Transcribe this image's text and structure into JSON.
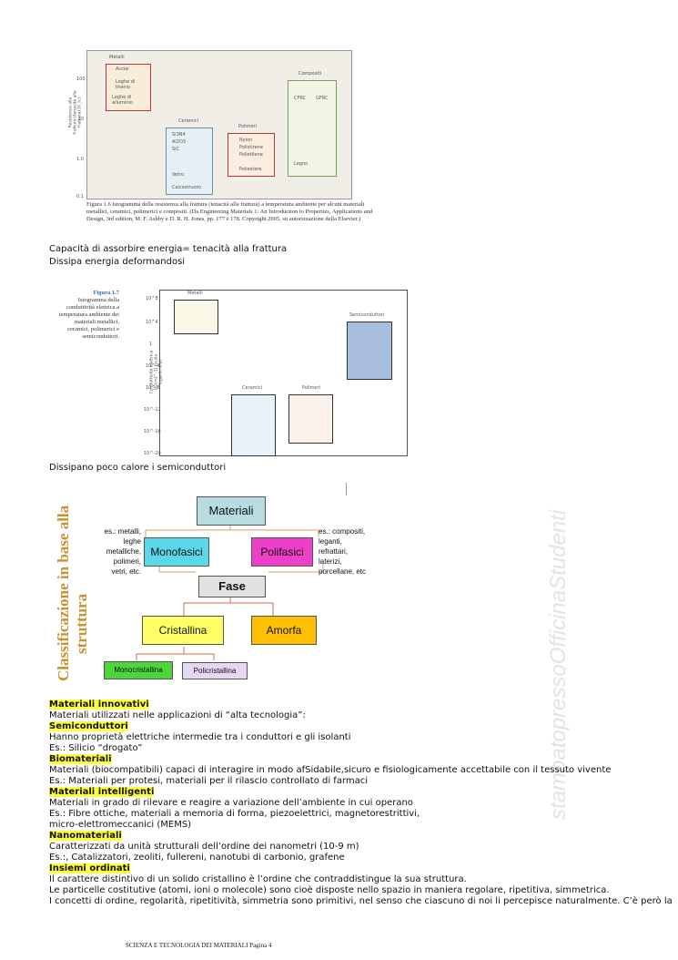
{
  "figure1": {
    "y_axis_label": "Resistenza alla frattura (tenacità alla frattura) [K_Ic]",
    "y_ticks": [
      "100",
      "10",
      "1.0",
      "0.1"
    ],
    "metals": {
      "title": "Metalli",
      "items": [
        "Acciai",
        "Leghe di titanio",
        "Leghe di alluminio"
      ]
    },
    "ceramics": {
      "title": "Ceramici",
      "items": [
        "Si3N4",
        "Al2O3",
        "SiC",
        "Vetro",
        "Calcestruzzo"
      ]
    },
    "polymers": {
      "title": "Polimeri",
      "items": [
        "Nylon",
        "Polistirene",
        "Polietilene",
        "Poliestere"
      ]
    },
    "composites": {
      "title": "Compositi",
      "items": [
        "CFRC",
        "GFRC",
        "Legno"
      ]
    },
    "caption": "Figura 1.6  Istogramma della resistenza alla frattura (tenacità alla frattura) a temperatura ambiente per alcuni materiali metallici, ceramici, polimerici e compositi. (Da Engineering Materials 1: An Introduction to Properties, Applications and Design, 3rd edition, M. F. Ashby e D. R. H. Jones, pp. 177 e 178. Copyright 2005, su autorizzazione della Elsevier.)"
  },
  "text1": "Capacità di assorbire energia= tenacità alla frattura",
  "text2": "Dissipa energia deformandosi",
  "figure2": {
    "caption_title": "Figura 1.7",
    "caption_body": "Istogramma della conduttività elettrica a temperatura ambiente dei materiali metallici, ceramici, polimerici e semiconduttori.",
    "y_axis_label": "Conduttività elettrica [(Ω·m)^-1] (scala logaritmica)",
    "y_ticks": [
      "10^8",
      "10^4",
      "1",
      "10^-4",
      "10^-8",
      "10^-12",
      "10^-16",
      "10^-20"
    ],
    "bars": [
      {
        "label": "Metalli",
        "color": "#fbf7e6"
      },
      {
        "label": "Ceramici",
        "color": "#e9f2f8"
      },
      {
        "label": "Polimeri",
        "color": "#faf2ea"
      },
      {
        "label": "Semiconduttori",
        "color": "#a9bde0"
      }
    ]
  },
  "text3": "Dissipano poco calore i semiconduttori",
  "diagram": {
    "side_title_line1": "Classificazione in base alla",
    "side_title_line2": "struttura",
    "root": "Materiali",
    "mono": "Monofasici",
    "poli": "Polifasici",
    "fase": "Fase",
    "cristallina": "Cristallina",
    "amorfa": "Amorfa",
    "monocristallina": "Monocristallina",
    "policristallina": "Policristallina",
    "left_examples": [
      "es.: metalli,",
      "leghe",
      "metalliche,",
      "polimeri,",
      "vetri, etc."
    ],
    "right_examples": [
      "es.: compositi,",
      "leganti,",
      "refrattari,",
      "laterizi,",
      "porcellane, etc"
    ],
    "colors": {
      "root": "#b7dde0",
      "mono": "#5ad7e8",
      "poli": "#ee3fc9",
      "fase": "#e1e1e1",
      "cristallina": "#ffff66",
      "amorfa": "#ffc000",
      "monocristallina": "#4cd63a",
      "policristallina": "#e6d8f4"
    }
  },
  "watermark": "stampatopressoOfficinaStudenti",
  "body_lines": [
    {
      "text": "Materiali innovativi",
      "hl": true
    },
    {
      "text": "Materiali utilizzati nelle applicazioni di “alta tecnologia”:",
      "hl": false
    },
    {
      "text": "Semiconduttori",
      "hl": true
    },
    {
      "text": "Hanno proprietà elettriche intermedie tra i conduttori e gli isolanti",
      "hl": false
    },
    {
      "text": "Es.: Silicio “drogato”",
      "hl": false
    },
    {
      "text": "Biomateriali",
      "hl": true
    },
    {
      "text": "Materiali (biocompatibili) capaci di interagire in modo afSidabile,sicuro e fisiologicamente accettabile con il tessuto vivente",
      "hl": false
    },
    {
      "text": "Es.: Materiali per protesi, materiali per il rilascio controllato di farmaci",
      "hl": false
    },
    {
      "text": "Materiali intelligenti",
      "hl": true
    },
    {
      "text": "Materiali in grado di rilevare e reagire a variazione dell’ambiente in cui operano",
      "hl": false
    },
    {
      "text": "Es.: Fibre ottiche, materiali a memoria di forma, piezoelettrici, magnetorestrittivi,",
      "hl": false
    },
    {
      "text": "micro-elettromeccanici (MEMS)",
      "hl": false
    },
    {
      "text": "Nanomateriali",
      "hl": true
    },
    {
      "text": "Caratterizzati da unità strutturali dell’ordine dei nanometri (10-9 m)",
      "hl": false
    },
    {
      "text": "Es.:, Catalizzatori, zeoliti, fullereni, nanotubi di carbonio, grafene",
      "hl": false
    },
    {
      "text": "Insiemi ordinati",
      "hl": true
    },
    {
      "text": "Il carattere distintivo di un solido cristallino è l’ordine che contraddistingue la sua struttura.",
      "hl": false
    },
    {
      "text": "Le particelle costitutive (atomi, ioni o molecole) sono cioè disposte nello spazio in maniera regolare, ripetitiva, simmetrica.",
      "hl": false
    },
    {
      "text": "I concetti di ordine, regolarità, ripetitività, simmetria sono primitivi, nel senso che ciascuno di noi li percepisce naturalmente. C’è però la",
      "hl": false
    }
  ],
  "footer": "SCIENZA E TECNOLOGIA DEI MATERIALI Pagina 4"
}
